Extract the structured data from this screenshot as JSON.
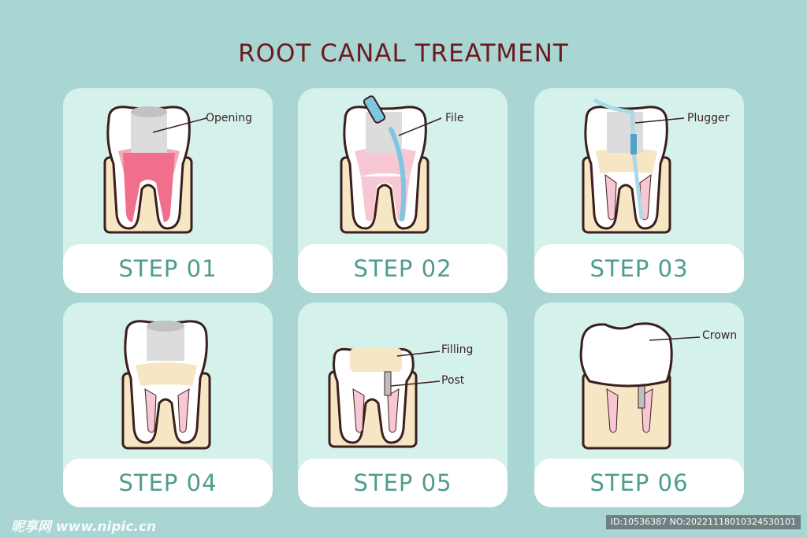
{
  "title": "ROOT CANAL TREATMENT",
  "steps": [
    {
      "label": "STEP 01",
      "callouts": [
        "Opening"
      ]
    },
    {
      "label": "STEP 02",
      "callouts": [
        "File"
      ]
    },
    {
      "label": "STEP 03",
      "callouts": [
        "Plugger"
      ]
    },
    {
      "label": "STEP 04",
      "callouts": []
    },
    {
      "label": "STEP 05",
      "callouts": [
        "Filling",
        "Post"
      ]
    },
    {
      "label": "STEP 06",
      "callouts": [
        "Crown"
      ]
    }
  ],
  "watermark": {
    "left": "昵享网 www.nipic.cn",
    "right": "ID:10536387 NO:20221118010324530101"
  },
  "colors": {
    "background": "#a9d6d2",
    "card": "#d4f1ec",
    "title": "#6b1a1f",
    "step_text": "#4e9c8e",
    "pulp": "#ef6f8d",
    "gum": "#f7e6c3",
    "instrument": "#7fc6e0"
  }
}
